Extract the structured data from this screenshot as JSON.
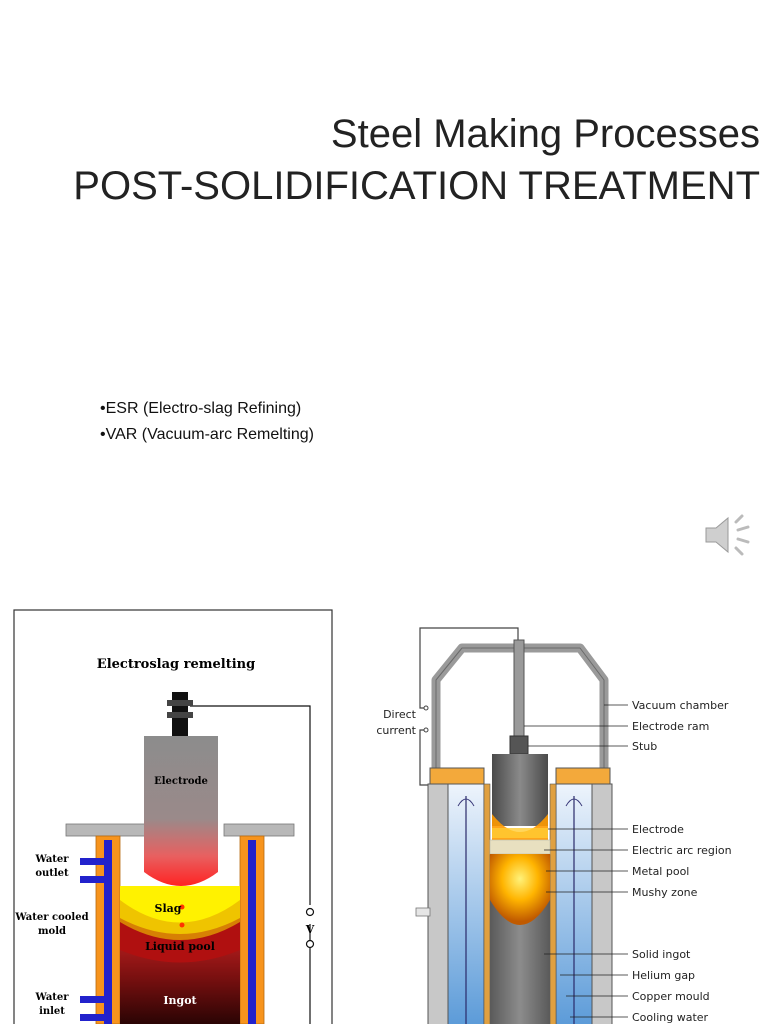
{
  "slide": {
    "title_line1": "Steel Making Processes",
    "title_line2": "POST-SOLIDIFICATION TREATMENT",
    "bullets": [
      "•ESR (Electro-slag Refining)",
      "•VAR (Vacuum-arc Remelting)"
    ],
    "speaker_icon": "speaker-icon"
  },
  "esr": {
    "title": "Electroslag remelting",
    "electrode": "Electrode",
    "slag": "Slag",
    "liquid_pool": "Liquid pool",
    "ingot": "Ingot",
    "water_outlet_1": "Water",
    "water_outlet_2": "outlet",
    "cooled_mold_1": "Water cooled",
    "cooled_mold_2": "mold",
    "water_inlet_1": "Water",
    "water_inlet_2": "inlet",
    "voltage": "V"
  },
  "var": {
    "direct_1": "Direct",
    "direct_2": "current",
    "labels": [
      "Vacuum chamber",
      "Electrode ram",
      "Stub",
      "Electrode",
      "Electric arc region",
      "Metal pool",
      "Mushy zone",
      "Solid ingot",
      "Helium gap",
      "Copper mould",
      "Cooling water"
    ]
  },
  "colors": {
    "mold_orange": "#f7941d",
    "water_blue": "#2222cc",
    "electrode_gray": "#8c8c8c"
  }
}
